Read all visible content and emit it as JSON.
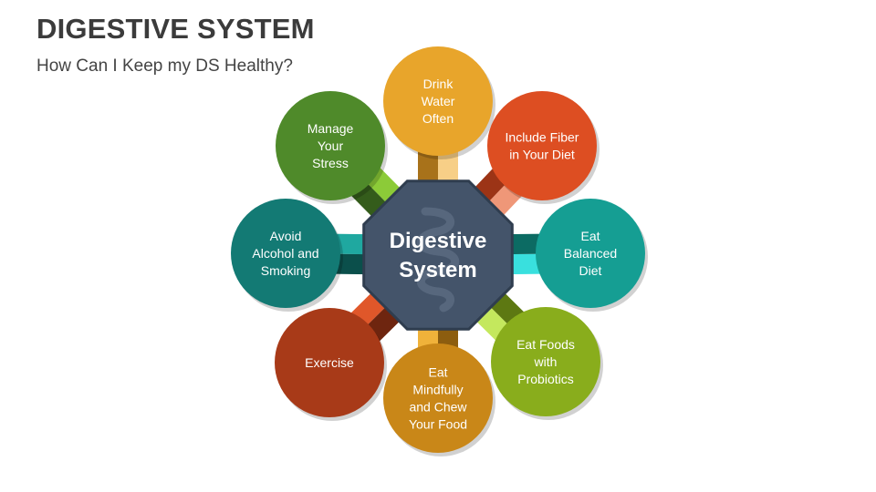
{
  "header": {
    "title": "DIGESTIVE SYSTEM",
    "subtitle": "How Can I Keep my DS Healthy?"
  },
  "center": {
    "lines": [
      "Digestive",
      "System"
    ],
    "color": "#44546a",
    "border": "#2f3d4f",
    "icon": "intestine-icon"
  },
  "nodes": [
    {
      "id": "drink-water",
      "lines": [
        "Drink",
        "Water",
        "Often"
      ],
      "color": "#e8a52b",
      "connector_light": "#f7cf87",
      "connector_dark": "#a8721a"
    },
    {
      "id": "include-fiber",
      "lines": [
        "Include Fiber",
        "in Your Diet"
      ],
      "color": "#dd4e22",
      "connector_light": "#ef9778",
      "connector_dark": "#9c3416"
    },
    {
      "id": "eat-balanced",
      "lines": [
        "Eat",
        "Balanced",
        "Diet"
      ],
      "color": "#159e93",
      "connector_light": "#39e0de",
      "connector_dark": "#0c6b63"
    },
    {
      "id": "eat-probiotics",
      "lines": [
        "Eat Foods",
        "with",
        "Probiotics"
      ],
      "color": "#89ad1c",
      "connector_light": "#c4e85d",
      "connector_dark": "#5d7812"
    },
    {
      "id": "eat-mindfully",
      "lines": [
        "Eat",
        "Mindfully",
        "and Chew",
        "Your Food"
      ],
      "color": "#c98718",
      "connector_light": "#f0b23a",
      "connector_dark": "#8c5d0f"
    },
    {
      "id": "exercise",
      "lines": [
        "Exercise"
      ],
      "color": "#a83a18",
      "connector_light": "#e0572a",
      "connector_dark": "#6e250f"
    },
    {
      "id": "avoid-alcohol",
      "lines": [
        "Avoid",
        "Alcohol and",
        "Smoking"
      ],
      "color": "#137a74",
      "connector_light": "#1fa8a0",
      "connector_dark": "#0b4f4b"
    },
    {
      "id": "manage-stress",
      "lines": [
        "Manage",
        "Your",
        "Stress"
      ],
      "color": "#4f8a2a",
      "connector_light": "#8ccb38",
      "connector_dark": "#345c1b"
    }
  ]
}
